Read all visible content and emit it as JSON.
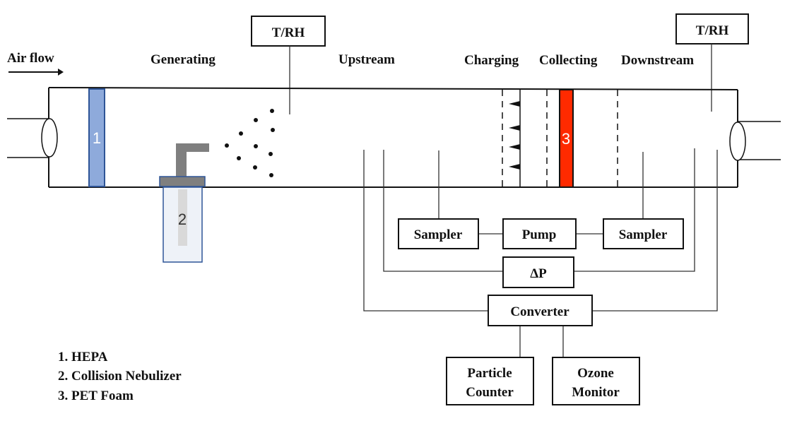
{
  "diagram": {
    "airflow_label": "Air flow",
    "sections": {
      "generating": "Generating",
      "upstream": "Upstream",
      "charging": "Charging",
      "collecting": "Collecting",
      "downstream": "Downstream"
    },
    "sensors": {
      "left": "T/RH",
      "right": "T/RH"
    },
    "components": {
      "hepa_number": "1",
      "nebulizer_number": "2",
      "foam_number": "3"
    },
    "instruments": {
      "sampler_left": "Sampler",
      "pump": "Pump",
      "sampler_right": "Sampler",
      "delta_p": "ΔP",
      "converter": "Converter",
      "particle_counter_line1": "Particle",
      "particle_counter_line2": "Counter",
      "ozone_monitor_line1": "Ozone",
      "ozone_monitor_line2": "Monitor"
    },
    "legend": [
      "1. HEPA",
      "2. Collision Nebulizer",
      "3. PET Foam"
    ],
    "colors": {
      "hepa": "#8eaadb",
      "hepa_border": "#2f5597",
      "foam": "#ff2a00",
      "nebulizer_cap": "#7f7f7f",
      "nebulizer_jar": "#eef2f8",
      "nebulizer_border": "#2f5597"
    }
  }
}
